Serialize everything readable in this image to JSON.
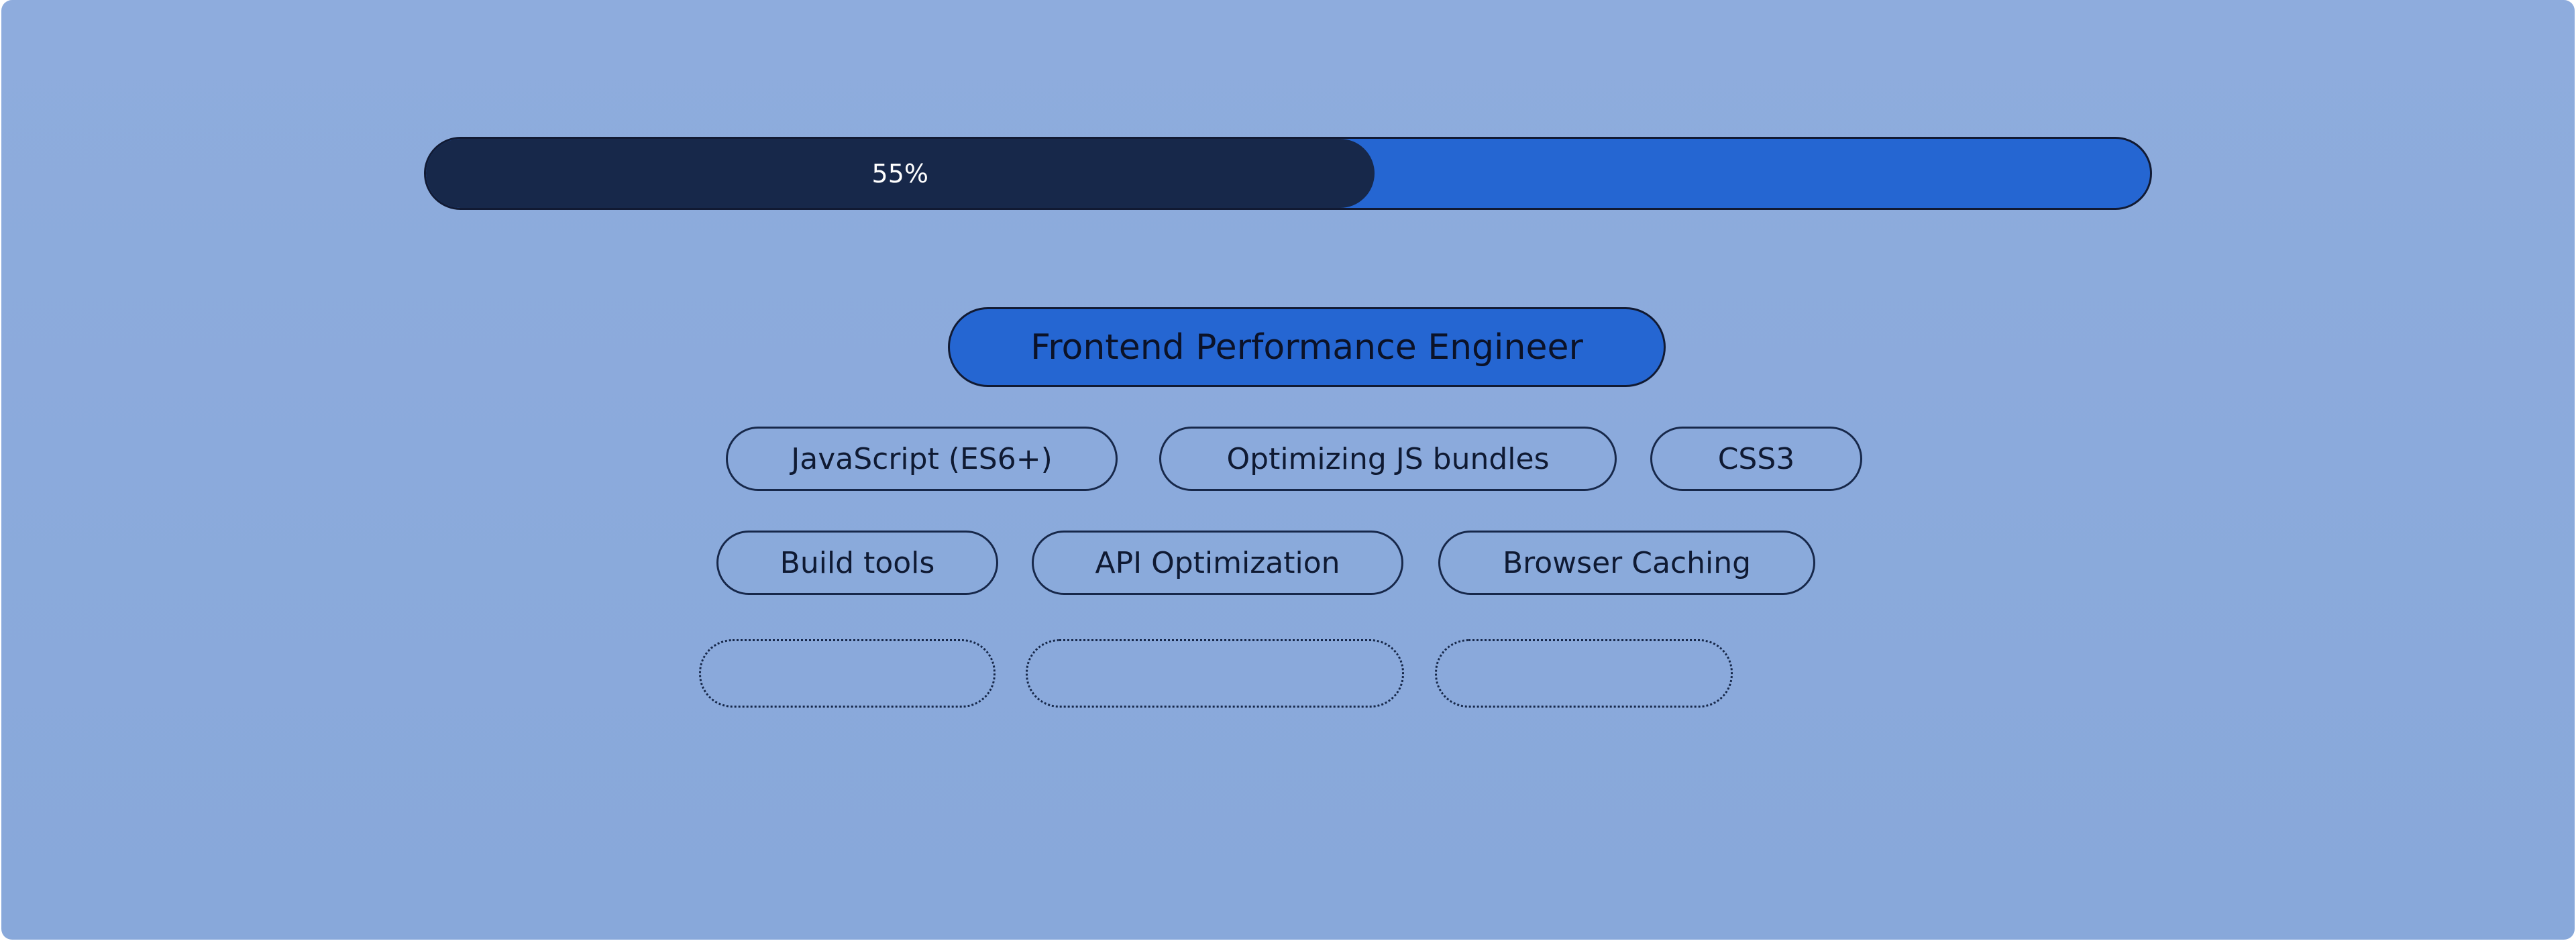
{
  "progress": {
    "percent": 55,
    "label": "55%"
  },
  "role": {
    "title": "Frontend Performance Engineer"
  },
  "skills": {
    "row1": [
      "JavaScript (ES6+)",
      "Optimizing JS bundles",
      "CSS3"
    ],
    "row2": [
      "Build tools",
      "API Optimization",
      "Browser Caching"
    ],
    "empty_slots": 3
  },
  "colors": {
    "background": "#8aa9db",
    "progress_fill": "#17284a",
    "progress_track": "#2566d2",
    "title_pill": "#2566d2",
    "outline": "#111a33"
  }
}
